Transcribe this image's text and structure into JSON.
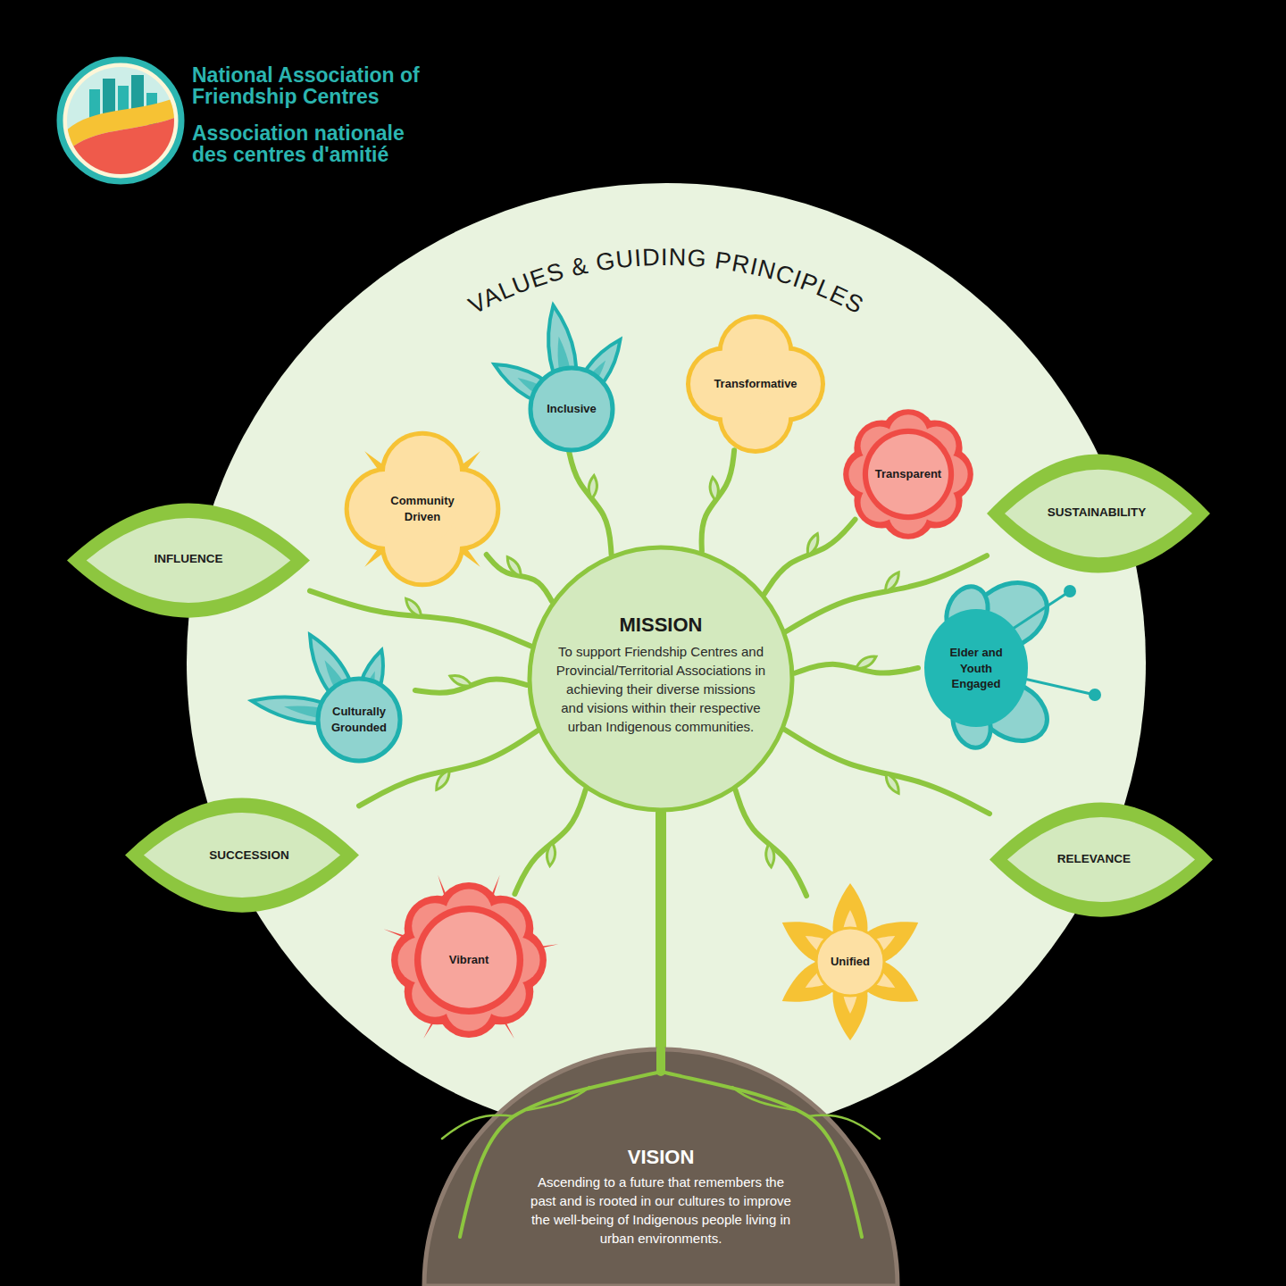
{
  "diagram": {
    "title": "VALUES & GUIDING PRINCIPLES",
    "nodes": [
      {
        "text": [
          "Transformative"
        ]
      },
      {
        "text": [
          "Inclusive"
        ]
      },
      {
        "text": [
          "Transparent"
        ]
      },
      {
        "text": [
          "Community Driven"
        ]
      },
      {
        "text": [
          "SUSTAINABILITY"
        ]
      },
      {
        "text": [
          "INFLUENCE"
        ]
      },
      {
        "text": [
          "MISSION",
          "To support Friendship Centres and Provincial/Territorial Associations in achieving their diverse missions and visions within their respective urban Indigenous communities."
        ]
      },
      {
        "text": [
          "Elder and Youth Engaged"
        ]
      },
      {
        "text": [
          "Culturally Grounded"
        ]
      },
      {
        "text": [
          "SUCCESSION"
        ]
      },
      {
        "text": [
          "RELEVANCE"
        ]
      },
      {
        "text": [
          "Vibrant"
        ]
      },
      {
        "text": [
          "Unified"
        ]
      },
      {
        "text": [
          "VISION",
          "Ascending to a future that remembers the past and is rooted in our cultures to improve the well-being of Indigenous people living in urban environments."
        ]
      }
    ],
    "edges": [
      {
        "from": 6,
        "to": 0,
        "arrow": "none"
      },
      {
        "from": 6,
        "to": 1,
        "arrow": "none"
      },
      {
        "from": 6,
        "to": 2,
        "arrow": "none"
      },
      {
        "from": 6,
        "to": 3,
        "arrow": "none"
      },
      {
        "from": 6,
        "to": 4,
        "arrow": "none"
      },
      {
        "from": 6,
        "to": 5,
        "arrow": "none"
      },
      {
        "from": 6,
        "to": 7,
        "arrow": "none"
      },
      {
        "from": 6,
        "to": 8,
        "arrow": "none"
      },
      {
        "from": 6,
        "to": 9,
        "arrow": "none"
      },
      {
        "from": 6,
        "to": 10,
        "arrow": "none"
      },
      {
        "from": 6,
        "to": 11,
        "arrow": "none"
      },
      {
        "from": 6,
        "to": 12,
        "arrow": "none"
      },
      {
        "from": 13,
        "to": 6,
        "arrow": "none"
      }
    ],
    "labels": [
      "National Association of Friendship Centres",
      "Association nationale des centres d'amitié"
    ]
  }
}
